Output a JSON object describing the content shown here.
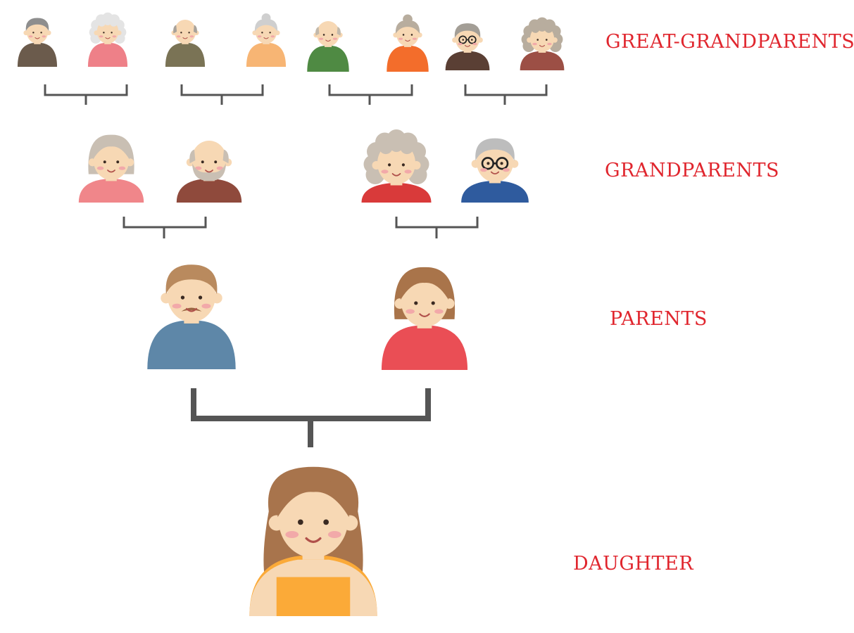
{
  "labels": {
    "great_grandparents": "GREAT-GRANDPARENTS",
    "grandparents": "GRANDPARENTS",
    "parents": "PARENTS",
    "daughter": "DAUGHTER"
  },
  "colors": {
    "label": "#e0262e",
    "connector": "#555555",
    "skin": "#f7d8b4",
    "blush": "#f2a9a9"
  },
  "avatars": [
    {
      "name": "great-grandfather-1-icon",
      "generation": "great-grandparents",
      "hair": "#8e8e8e",
      "shirt": "#6b5b4c",
      "hairstyle": "short"
    },
    {
      "name": "great-grandmother-1-icon",
      "generation": "great-grandparents",
      "hair": "#e4e4e4",
      "shirt": "#ee8088",
      "hairstyle": "curly"
    },
    {
      "name": "great-grandfather-2-icon",
      "generation": "great-grandparents",
      "hair": "#a8a29a",
      "shirt": "#7a7355",
      "hairstyle": "bald"
    },
    {
      "name": "great-grandmother-2-icon",
      "generation": "great-grandparents",
      "hair": "#cfcfcf",
      "shirt": "#f7b574",
      "hairstyle": "bun"
    },
    {
      "name": "great-grandfather-3-icon",
      "generation": "great-grandparents",
      "hair": "#c2b9ab",
      "shirt": "#4f8a43",
      "hairstyle": "bald"
    },
    {
      "name": "great-grandmother-3-icon",
      "generation": "great-grandparents",
      "hair": "#b8ad9e",
      "shirt": "#f36d2b",
      "hairstyle": "bun"
    },
    {
      "name": "great-grandfather-4-icon",
      "generation": "great-grandparents",
      "hair": "#a39e96",
      "shirt": "#5a3f34",
      "hairstyle": "short",
      "glasses": true
    },
    {
      "name": "great-grandmother-4-icon",
      "generation": "great-grandparents",
      "hair": "#b8ad9e",
      "shirt": "#9c4f45",
      "hairstyle": "curly"
    },
    {
      "name": "grandmother-1-icon",
      "generation": "grandparents",
      "hair": "#c9bfb3",
      "shirt": "#f0868a",
      "hairstyle": "bob"
    },
    {
      "name": "grandfather-1-icon",
      "generation": "grandparents",
      "hair": "#c9bfb3",
      "shirt": "#8f4a3c",
      "hairstyle": "bald",
      "beard": true
    },
    {
      "name": "grandmother-2-icon",
      "generation": "grandparents",
      "hair": "#c9bfb3",
      "shirt": "#d93a3a",
      "hairstyle": "curly"
    },
    {
      "name": "grandfather-2-icon",
      "generation": "grandparents",
      "hair": "#bdbdbd",
      "shirt": "#2f5b9e",
      "hairstyle": "short",
      "glasses": true
    },
    {
      "name": "father-icon",
      "generation": "parents",
      "hair": "#b98a5e",
      "shirt": "#5e87a8",
      "hairstyle": "short",
      "mustache": true
    },
    {
      "name": "mother-icon",
      "generation": "parents",
      "hair": "#a9744a",
      "shirt": "#ea4e55",
      "hairstyle": "bob"
    },
    {
      "name": "daughter-icon",
      "generation": "daughter",
      "hair": "#a8744c",
      "shirt": "#fbaa38",
      "hairstyle": "long"
    }
  ]
}
